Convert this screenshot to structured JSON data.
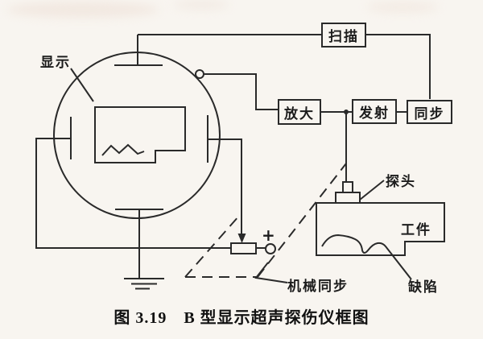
{
  "diagram": {
    "blocks": {
      "scan": "扫描",
      "amplify": "放大",
      "transmit": "发射",
      "sync": "同步"
    },
    "labels": {
      "display": "显示",
      "probe": "探头",
      "workpiece": "工件",
      "defect": "缺陷",
      "mechanical_sync": "机械同步",
      "polarity": "+"
    },
    "caption": "图 3.19　B 型显示超声探伤仪框图",
    "colors": {
      "line": "#2a2a2a",
      "paper": "#f8f5f0",
      "text": "#1c1c1c"
    }
  }
}
